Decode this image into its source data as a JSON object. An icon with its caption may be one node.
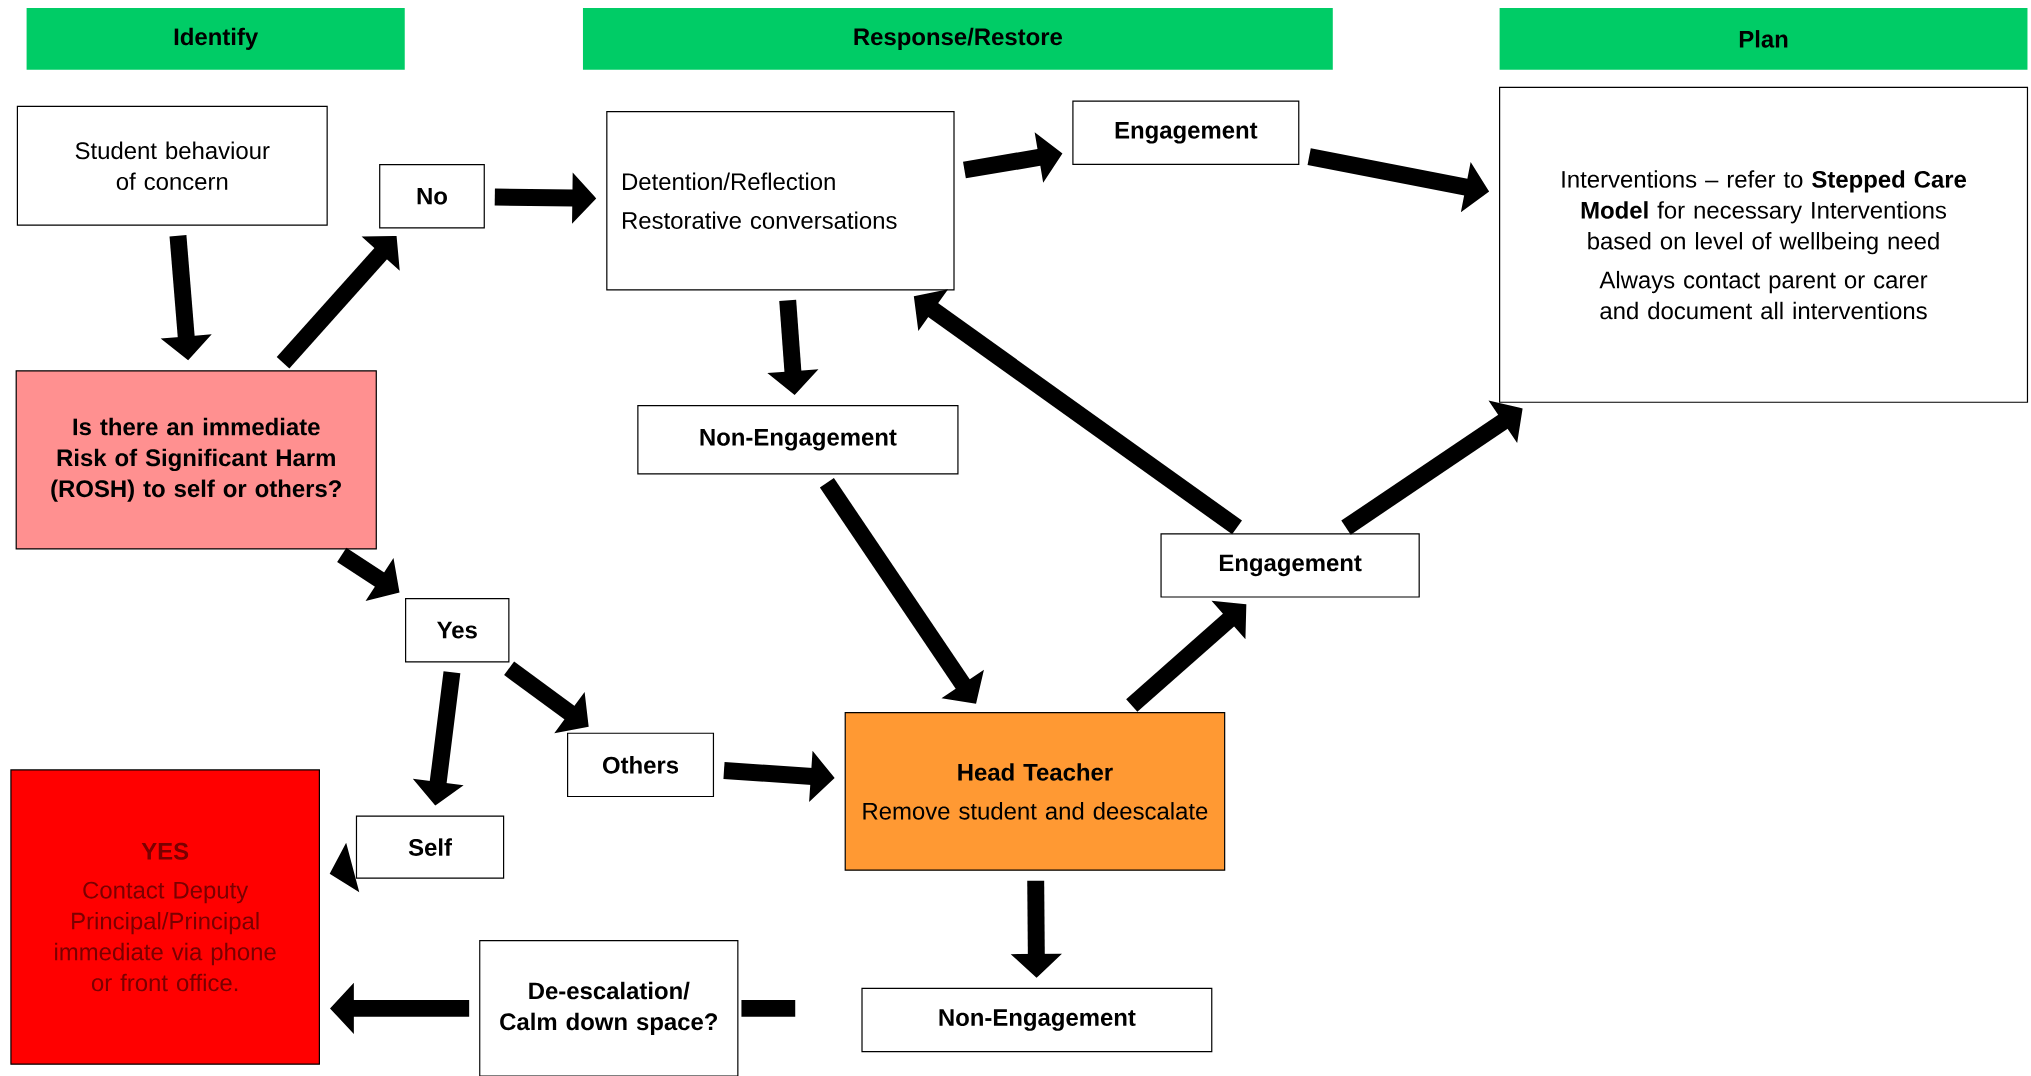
{
  "diagram": {
    "nodes": [
      {
        "text": [
          "Identify"
        ]
      },
      {
        "text": [
          "Response/Restore"
        ]
      },
      {
        "text": [
          "Plan"
        ]
      },
      {
        "text": [
          "Student behaviour of concern"
        ]
      },
      {
        "text": [
          "No"
        ]
      },
      {
        "text": [
          "Detention/Reflection",
          "Restorative conversations"
        ]
      },
      {
        "text": [
          "Engagement"
        ]
      },
      {
        "text": [
          "Interventions – refer to **Stepped Care Model** for necessary Interventions based on level of wellbeing need",
          "Always contact parent or carer and document all interventions"
        ]
      },
      {
        "text": [
          "Is there an immediate Risk of Significant Harm (ROSH) to self or others?"
        ]
      },
      {
        "text": [
          "Non-Engagement"
        ]
      },
      {
        "text": [
          "Engagement"
        ]
      },
      {
        "text": [
          "Yes"
        ]
      },
      {
        "text": [
          "Others"
        ]
      },
      {
        "text": [
          "Head Teacher",
          "Remove student and deescalate"
        ]
      },
      {
        "text": [
          "YES",
          "Contact Deputy Principal/Principal immediate via phone or front office."
        ]
      },
      {
        "text": [
          "Self"
        ]
      },
      {
        "text": [
          "De-escalation/ Calm down space?"
        ]
      },
      {
        "text": [
          "Non-Engagement"
        ]
      }
    ],
    "edges": [
      {
        "from": 3,
        "to": 8,
        "arrow": "to"
      },
      {
        "from": 8,
        "to": 4,
        "arrow": "to"
      },
      {
        "from": 4,
        "to": 5,
        "arrow": "to"
      },
      {
        "from": 5,
        "to": 6,
        "arrow": "to"
      },
      {
        "from": 6,
        "to": 7,
        "arrow": "to"
      },
      {
        "from": 5,
        "to": 9,
        "arrow": "to"
      },
      {
        "from": 9,
        "to": 13,
        "arrow": "to"
      },
      {
        "from": 8,
        "to": 11,
        "arrow": "to"
      },
      {
        "from": 11,
        "to": 12,
        "arrow": "to"
      },
      {
        "from": 11,
        "to": 15,
        "arrow": "to"
      },
      {
        "from": 12,
        "to": 13,
        "arrow": "to"
      },
      {
        "from": 15,
        "to": 14,
        "arrow": "to"
      },
      {
        "from": 13,
        "to": 10,
        "arrow": "to"
      },
      {
        "from": 10,
        "to": 5,
        "arrow": "to"
      },
      {
        "from": 10,
        "to": 7,
        "arrow": "to"
      },
      {
        "from": 13,
        "to": 17,
        "arrow": "to"
      },
      {
        "from": 16,
        "to": 14,
        "arrow": "to"
      }
    ]
  }
}
